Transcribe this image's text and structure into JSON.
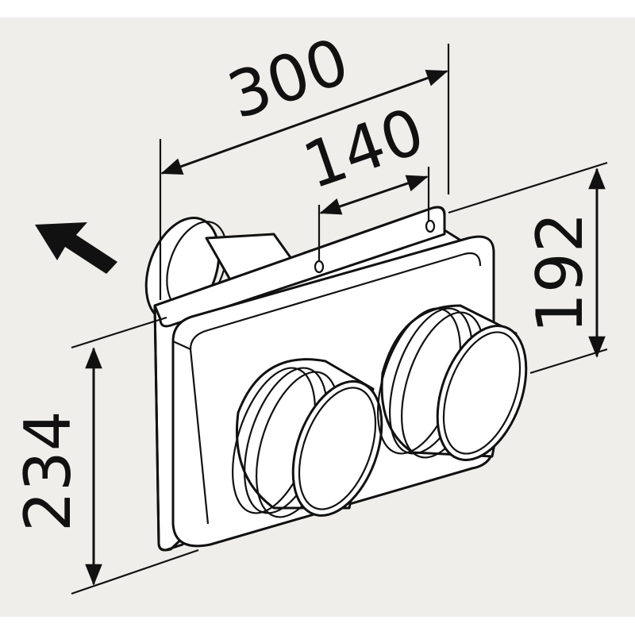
{
  "diagram": {
    "background_color": "#efeeea",
    "line_color": "#111111",
    "dimensions": {
      "overall_width": "300",
      "spigot_spacing": "140",
      "flange_height": "234",
      "box_height": "192"
    },
    "direction_arrow_icon": "arrow-up-left-icon"
  }
}
